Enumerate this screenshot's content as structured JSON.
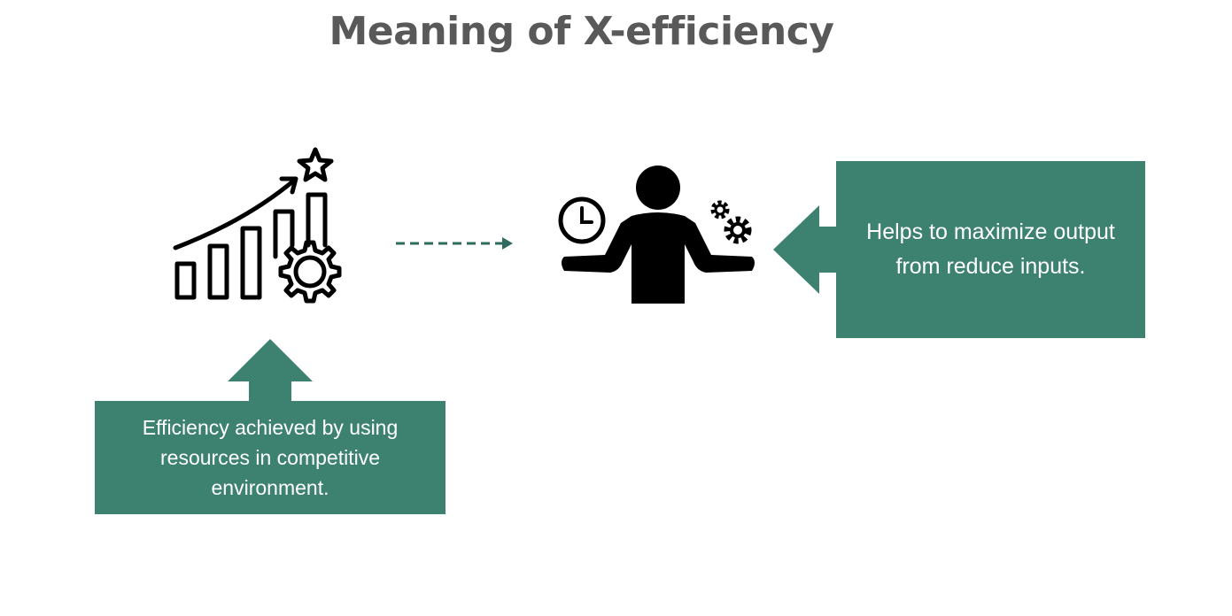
{
  "title": "Meaning of X-efficiency",
  "icons": {
    "growth": "growth-chart-gear-star-icon",
    "person": "person-clock-gears-icon",
    "dashed_arrow": "dashed-arrow-icon"
  },
  "boxes": {
    "right_text": "Helps to maximize output from reduce inputs.",
    "bottom_text": "Efficiency achieved by using resources in competitive environment."
  },
  "colors": {
    "accent": "#3d8271",
    "title": "#595959",
    "icon": "#000000",
    "dashed_arrow": "#2f6b5e"
  }
}
